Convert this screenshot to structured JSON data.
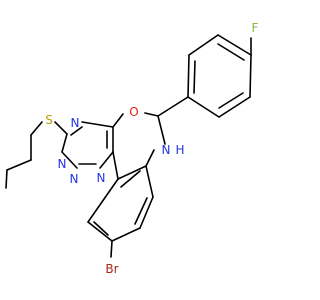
{
  "molecule": {
    "atoms": {
      "fluorine": {
        "symbol": "F",
        "color": "#8fb63c"
      },
      "oxygen": {
        "symbol": "O",
        "color": "#e8201c"
      },
      "sulfur": {
        "symbol": "S",
        "color": "#b8a200"
      },
      "amine_nh": {
        "symbol": "N",
        "color": "#2235e6"
      },
      "amine_h": {
        "symbol": "H",
        "color": "#2235e6"
      },
      "triazine_n4": {
        "symbol": "N",
        "color": "#2235e6"
      },
      "triazine_n2": {
        "symbol": "N",
        "color": "#2235e6"
      },
      "triazine_n1": {
        "symbol": "N",
        "color": "#2235e6"
      },
      "triazine_n1b": {
        "symbol": "N",
        "color": "#2235e6"
      },
      "bromine": {
        "symbol": "Br",
        "color": "#a5291f"
      }
    },
    "bond_color": "#000000",
    "background": "#ffffff"
  }
}
